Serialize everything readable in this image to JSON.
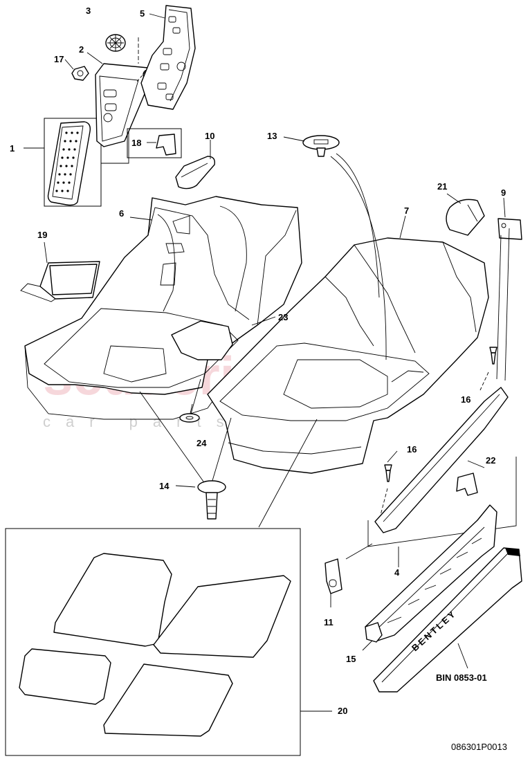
{
  "diagram": {
    "callouts": [
      {
        "id": "c1",
        "label": "1"
      },
      {
        "id": "c2",
        "label": "2"
      },
      {
        "id": "c3",
        "label": "3"
      },
      {
        "id": "c5",
        "label": "5"
      },
      {
        "id": "c6",
        "label": "6"
      },
      {
        "id": "c7",
        "label": "7"
      },
      {
        "id": "c9",
        "label": "9"
      },
      {
        "id": "c10",
        "label": "10"
      },
      {
        "id": "c13",
        "label": "13"
      },
      {
        "id": "c14",
        "label": "14"
      },
      {
        "id": "c16a",
        "label": "16"
      },
      {
        "id": "c16b",
        "label": "16"
      },
      {
        "id": "c17",
        "label": "17"
      },
      {
        "id": "c18",
        "label": "18"
      },
      {
        "id": "c19",
        "label": "19"
      },
      {
        "id": "c20",
        "label": "20"
      },
      {
        "id": "c21",
        "label": "21"
      },
      {
        "id": "c22",
        "label": "22"
      },
      {
        "id": "c23",
        "label": "23"
      },
      {
        "id": "c24",
        "label": "24"
      },
      {
        "id": "c4",
        "label": "4"
      },
      {
        "id": "c11",
        "label": "11"
      },
      {
        "id": "c15",
        "label": "15"
      }
    ],
    "reference_label": "BIN 0853-01",
    "document_number": "086301P0013",
    "sill_lettering": "BENTLEY",
    "watermark": {
      "main": "scuderia",
      "sub": "car parts"
    }
  }
}
